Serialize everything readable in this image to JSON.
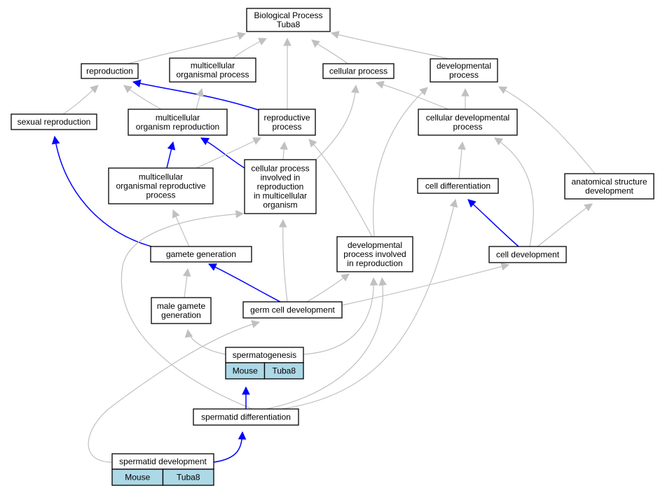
{
  "diagram": {
    "nodes": [
      {
        "id": "bp",
        "lines": [
          "Biological Process",
          "Tuba8"
        ]
      },
      {
        "id": "repro",
        "lines": [
          "reproduction"
        ]
      },
      {
        "id": "mop",
        "lines": [
          "multicellular",
          "organismal process"
        ]
      },
      {
        "id": "cp",
        "lines": [
          "cellular process"
        ]
      },
      {
        "id": "dp",
        "lines": [
          "developmental",
          "process"
        ]
      },
      {
        "id": "sr",
        "lines": [
          "sexual reproduction"
        ]
      },
      {
        "id": "mor",
        "lines": [
          "multicellular",
          "organism reproduction"
        ]
      },
      {
        "id": "rp",
        "lines": [
          "reproductive",
          "process"
        ]
      },
      {
        "id": "cdp",
        "lines": [
          "cellular developmental",
          "process"
        ]
      },
      {
        "id": "morp",
        "lines": [
          "multicellular",
          "organismal reproductive",
          "process"
        ]
      },
      {
        "id": "cpir",
        "lines": [
          "cellular process",
          "involved in",
          "reproduction",
          "in multicellular",
          "organism"
        ]
      },
      {
        "id": "cdiff",
        "lines": [
          "cell differentiation"
        ]
      },
      {
        "id": "asd",
        "lines": [
          "anatomical structure",
          "development"
        ]
      },
      {
        "id": "gg",
        "lines": [
          "gamete generation"
        ]
      },
      {
        "id": "dpir",
        "lines": [
          "developmental",
          "process involved",
          "in reproduction"
        ]
      },
      {
        "id": "cdev",
        "lines": [
          "cell development"
        ]
      },
      {
        "id": "mgg",
        "lines": [
          "male gamete",
          "generation"
        ]
      },
      {
        "id": "gcd",
        "lines": [
          "germ cell development"
        ]
      },
      {
        "id": "sg",
        "lines": [
          "spermatogenesis"
        ],
        "cells": [
          "Mouse",
          "Tuba8"
        ]
      },
      {
        "id": "sdiff",
        "lines": [
          "spermatid differentiation"
        ]
      },
      {
        "id": "sdev",
        "lines": [
          "spermatid development"
        ],
        "cells": [
          "Mouse",
          "Tuba8"
        ]
      }
    ],
    "edges": [
      {
        "from": "repro",
        "to": "bp",
        "color": "gray"
      },
      {
        "from": "mop",
        "to": "bp",
        "color": "gray"
      },
      {
        "from": "rp",
        "to": "bp",
        "color": "gray"
      },
      {
        "from": "cp",
        "to": "bp",
        "color": "gray"
      },
      {
        "from": "dp",
        "to": "bp",
        "color": "gray"
      },
      {
        "from": "sr",
        "to": "repro",
        "color": "gray"
      },
      {
        "from": "mor",
        "to": "repro",
        "color": "gray"
      },
      {
        "from": "rp",
        "to": "repro",
        "color": "blue"
      },
      {
        "from": "mor",
        "to": "mop",
        "color": "gray"
      },
      {
        "from": "cpir",
        "to": "cp",
        "color": "gray"
      },
      {
        "from": "cdp",
        "to": "cp",
        "color": "gray"
      },
      {
        "from": "cdp",
        "to": "dp",
        "color": "gray"
      },
      {
        "from": "dpir",
        "to": "dp",
        "color": "gray"
      },
      {
        "from": "asd",
        "to": "dp",
        "color": "gray"
      },
      {
        "from": "morp",
        "to": "mor",
        "color": "blue"
      },
      {
        "from": "cpir",
        "to": "mor",
        "color": "blue"
      },
      {
        "from": "morp",
        "to": "rp",
        "color": "gray"
      },
      {
        "from": "cpir",
        "to": "rp",
        "color": "gray"
      },
      {
        "from": "dpir",
        "to": "rp",
        "color": "gray"
      },
      {
        "from": "cdiff",
        "to": "cdp",
        "color": "gray"
      },
      {
        "from": "cdev",
        "to": "cdp",
        "color": "gray"
      },
      {
        "from": "cdev",
        "to": "cdiff",
        "color": "blue"
      },
      {
        "from": "cdev",
        "to": "asd",
        "color": "gray"
      },
      {
        "from": "gg",
        "to": "sr",
        "color": "blue"
      },
      {
        "from": "gg",
        "to": "morp",
        "color": "gray"
      },
      {
        "from": "gcd",
        "to": "cpir",
        "color": "gray"
      },
      {
        "from": "sdiff",
        "to": "cpir",
        "color": "gray"
      },
      {
        "from": "gcd",
        "to": "gg",
        "color": "blue"
      },
      {
        "from": "mgg",
        "to": "gg",
        "color": "gray"
      },
      {
        "from": "gcd",
        "to": "dpir",
        "color": "gray"
      },
      {
        "from": "sg",
        "to": "dpir",
        "color": "gray"
      },
      {
        "from": "sdiff",
        "to": "dpir",
        "color": "gray"
      },
      {
        "from": "gcd",
        "to": "cdev",
        "color": "gray"
      },
      {
        "from": "sdiff",
        "to": "cdiff",
        "color": "gray"
      },
      {
        "from": "sg",
        "to": "mgg",
        "color": "gray"
      },
      {
        "from": "sdev",
        "to": "gcd",
        "color": "gray"
      },
      {
        "from": "sdiff",
        "to": "sg",
        "color": "blue"
      },
      {
        "from": "sdev",
        "to": "sdiff",
        "color": "blue"
      }
    ]
  }
}
